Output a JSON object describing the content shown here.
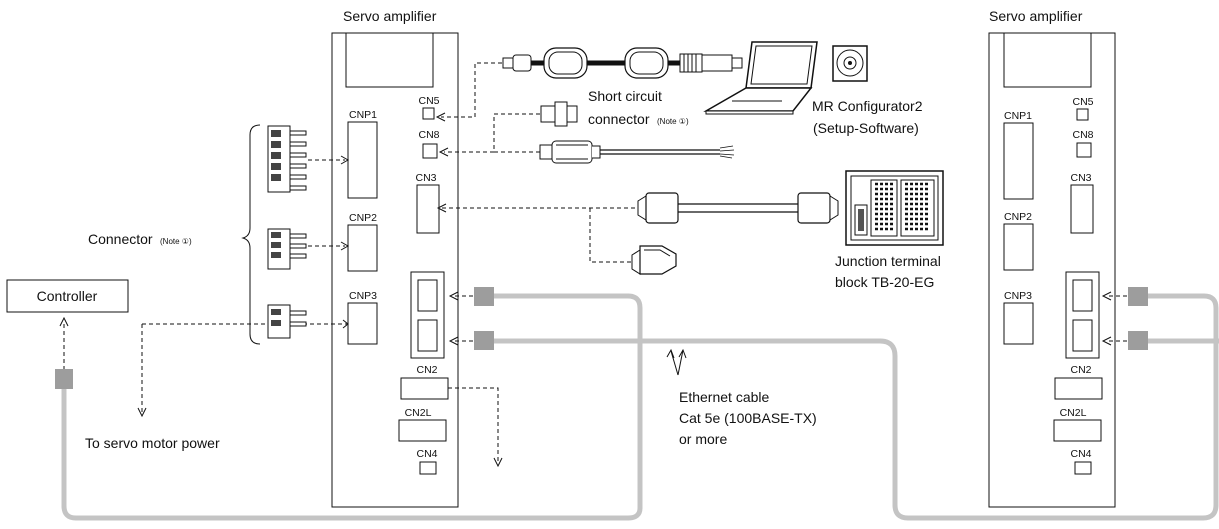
{
  "left_amplifier": {
    "title": "Servo amplifier",
    "ports": [
      "CN5",
      "CN8",
      "CN3",
      "CNP1",
      "CNP2",
      "CNP3",
      "CN2",
      "CN2L",
      "CN4"
    ]
  },
  "right_amplifier": {
    "title": "Servo amplifier",
    "ports": [
      "CN5",
      "CN8",
      "CN3",
      "CNP1",
      "CNP2",
      "CNP3",
      "CN2",
      "CN2L",
      "CN4"
    ]
  },
  "controller": {
    "label": "Controller"
  },
  "connector": {
    "label": "Connector",
    "note": "(Note ①)"
  },
  "short_circuit": {
    "line1": "Short circuit",
    "line2": "connector",
    "note": "(Note ①)"
  },
  "mr_configurator": {
    "line1": "MR Configurator2",
    "line2": "(Setup-Software)"
  },
  "junction": {
    "line1": "Junction terminal",
    "line2": "block TB-20-EG"
  },
  "ethernet": {
    "line1": "Ethernet cable",
    "line2": "Cat 5e (100BASE-TX)",
    "line3": "or more"
  },
  "servo_motor_power": {
    "label": "To servo motor power"
  }
}
